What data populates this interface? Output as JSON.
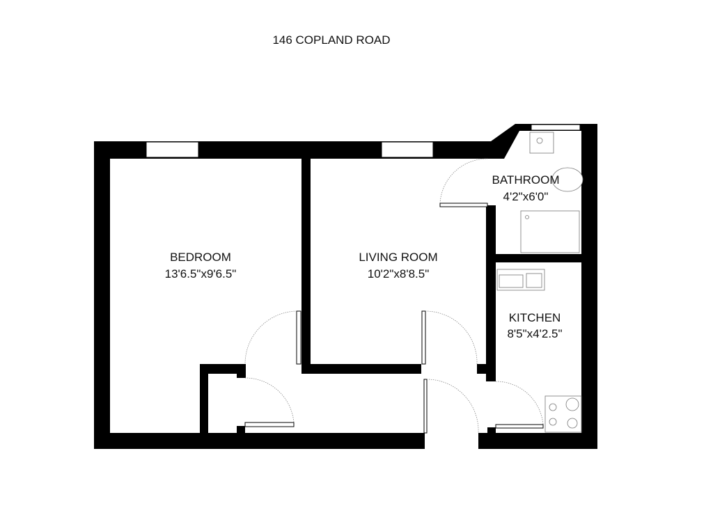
{
  "title": "146 COPLAND ROAD",
  "rooms": [
    {
      "name": "BEDROOM",
      "size": "13'6.5\"x9'6.5\""
    },
    {
      "name": "LIVING ROOM",
      "size": "10'2\"x8'8.5\""
    },
    {
      "name": "BATHROOM",
      "size": "4'2\"x6'0\""
    },
    {
      "name": "KITCHEN",
      "size": "8'5\"x4'2.5\""
    }
  ]
}
